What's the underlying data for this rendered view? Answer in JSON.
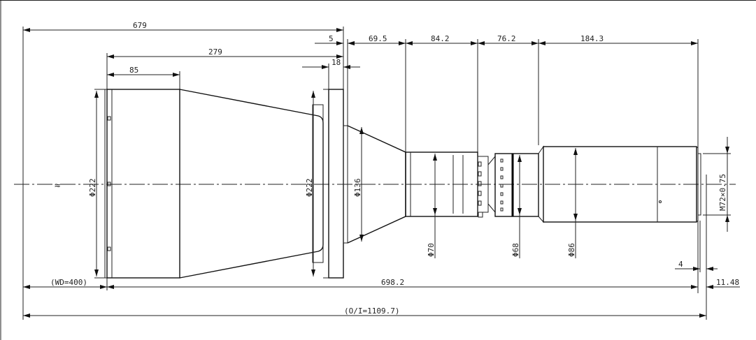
{
  "drawing": {
    "title": "Lens outline dimension drawing",
    "dimensions": {
      "overall_front_length": "679",
      "flange_offset": "5",
      "cone_length": "279",
      "front_barrel_length": "85",
      "flange_thickness": "18",
      "seg1": "69.5",
      "seg2": "84.2",
      "seg3": "76.2",
      "seg4": "184.3",
      "front_diameter": "Φ222",
      "flange_diameter": "Φ222",
      "adapter_diameter": "Φ136",
      "mid_diameter_1": "Φ70",
      "mid_diameter_2": "Φ68",
      "rear_diameter": "Φ86",
      "thread": "M72×0.75",
      "rear_step": "4",
      "working_distance": "(WD=400)",
      "lens_length": "698.2",
      "back_focus": "11.48",
      "object_to_image": "(O/I=1109.7)"
    }
  }
}
